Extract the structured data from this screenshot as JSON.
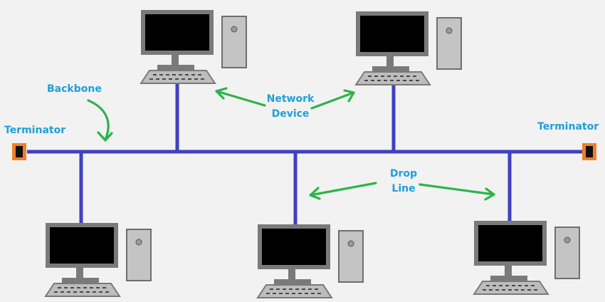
{
  "labels": {
    "terminator_left": "Terminator",
    "terminator_right": "Terminator",
    "backbone": "Backbone",
    "network_device_line1": "Network",
    "network_device_line2": "Device",
    "drop_line_line1": "Drop",
    "drop_line_line2": "Line"
  },
  "colors": {
    "background": "#f2f2f2",
    "cable": "#4040c0",
    "label_text": "#1e9fdc",
    "arrow": "#2db34a",
    "terminator_fill": "#f07f2a",
    "terminator_core": "#101010",
    "monitor_frame": "#7a7a7a",
    "monitor_screen": "#000000",
    "tower_fill": "#c4c4c4",
    "tower_stroke": "#6e6e6e",
    "keyboard_fill": "#bdbdbd"
  },
  "icons": {
    "computer": "desktop-computer-icon",
    "terminator": "terminator-icon"
  }
}
